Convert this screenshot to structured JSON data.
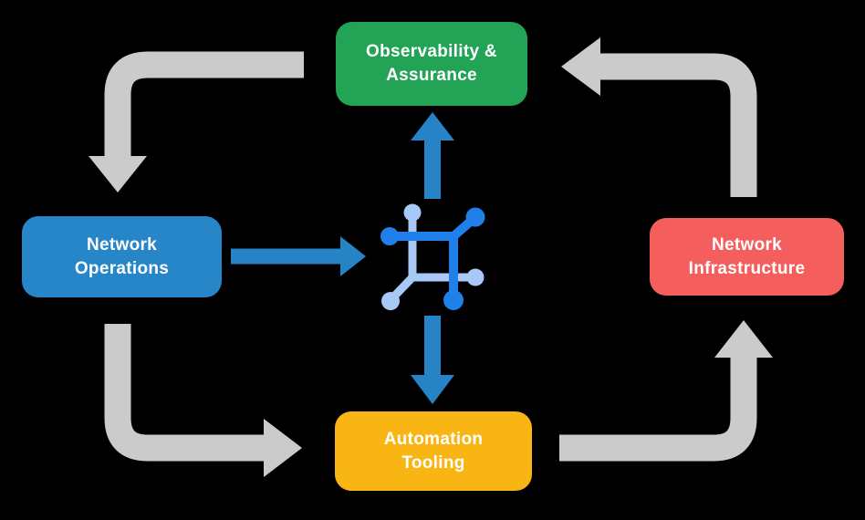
{
  "diagram": {
    "background_color": "#000000",
    "text_color": "#FFFFFF",
    "cycle_arrow_color": "#CBCBCB",
    "accent_arrow_color": "#2583C6",
    "center_icon": {
      "name": "network-mesh-icon",
      "dark_color": "#1E80E8",
      "light_color": "#A8C8F5"
    },
    "nodes": [
      {
        "id": "observability-assurance",
        "line1": "Observability &",
        "line2": "Assurance",
        "color": "#22A355"
      },
      {
        "id": "network-operations",
        "line1": "Network",
        "line2": "Operations",
        "color": "#2786C8"
      },
      {
        "id": "network-infrastructure",
        "line1": "Network",
        "line2": "Infrastructure",
        "color": "#F45F5E"
      },
      {
        "id": "automation-tooling",
        "line1": "Automation",
        "line2": "Tooling",
        "color": "#F9B513"
      }
    ],
    "edges": [
      {
        "from": "observability-assurance",
        "to": "network-operations",
        "style": "gray-elbow"
      },
      {
        "from": "network-operations",
        "to": "automation-tooling",
        "style": "gray-elbow"
      },
      {
        "from": "automation-tooling",
        "to": "network-infrastructure",
        "style": "gray-elbow"
      },
      {
        "from": "network-infrastructure",
        "to": "observability-assurance",
        "style": "gray-elbow"
      },
      {
        "from": "network-operations",
        "to": "center-icon",
        "style": "blue-straight"
      },
      {
        "from": "center-icon",
        "to": "observability-assurance",
        "style": "blue-straight"
      },
      {
        "from": "center-icon",
        "to": "automation-tooling",
        "style": "blue-straight"
      }
    ]
  }
}
